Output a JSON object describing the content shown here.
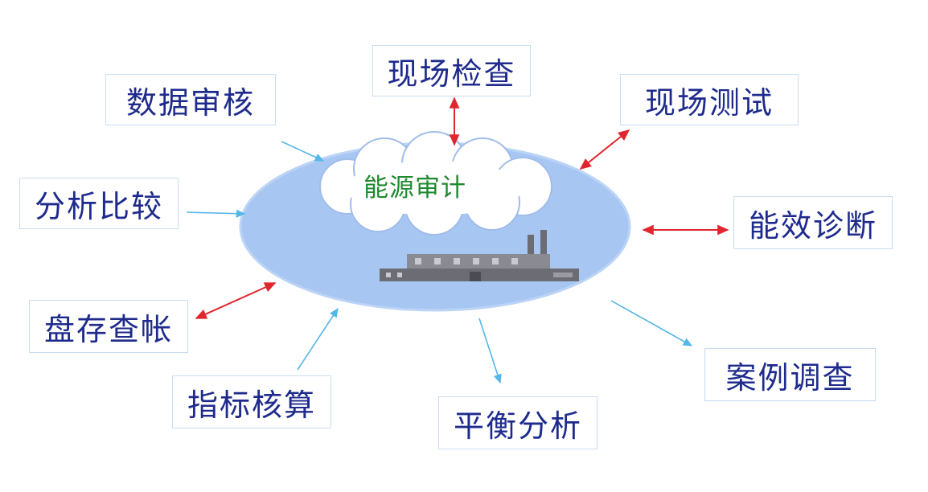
{
  "center": {
    "label": "能源审计"
  },
  "methods": [
    {
      "id": "xianchang-jiancha",
      "label": "现场检查",
      "link": "bidirectional"
    },
    {
      "id": "xianchang-ceshi",
      "label": "现场测试",
      "link": "bidirectional"
    },
    {
      "id": "nengxiao-zhenduan",
      "label": "能效诊断",
      "link": "bidirectional"
    },
    {
      "id": "anli-diaocha",
      "label": "案例调查",
      "link": "to-method"
    },
    {
      "id": "pingheng-fenxi",
      "label": "平衡分析",
      "link": "to-method"
    },
    {
      "id": "zhibiao-hesuan",
      "label": "指标核算",
      "link": "to-center"
    },
    {
      "id": "pancun-chazhang",
      "label": "盘存查帐",
      "link": "bidirectional"
    },
    {
      "id": "fenxi-bijiao",
      "label": "分析比较",
      "link": "to-center"
    },
    {
      "id": "shuju-shenhe",
      "label": "数据审核",
      "link": "to-center"
    }
  ],
  "colors": {
    "ellipse_fill": "#a8c6f2",
    "ellipse_stroke": "#bcd4f6",
    "cloud_fill": "#ffffff",
    "cloud_stroke": "#9fbde8",
    "box_text": "#1e2b8c",
    "box_border": "#c8dcf2",
    "center_text": "#1f8a2e",
    "arrow_bidirectional": "#e0262e",
    "arrow_one_way": "#55b6e8",
    "factory": "#6c6c74"
  },
  "icons": {
    "factory": "factory-icon",
    "cloud": "cloud-icon"
  }
}
